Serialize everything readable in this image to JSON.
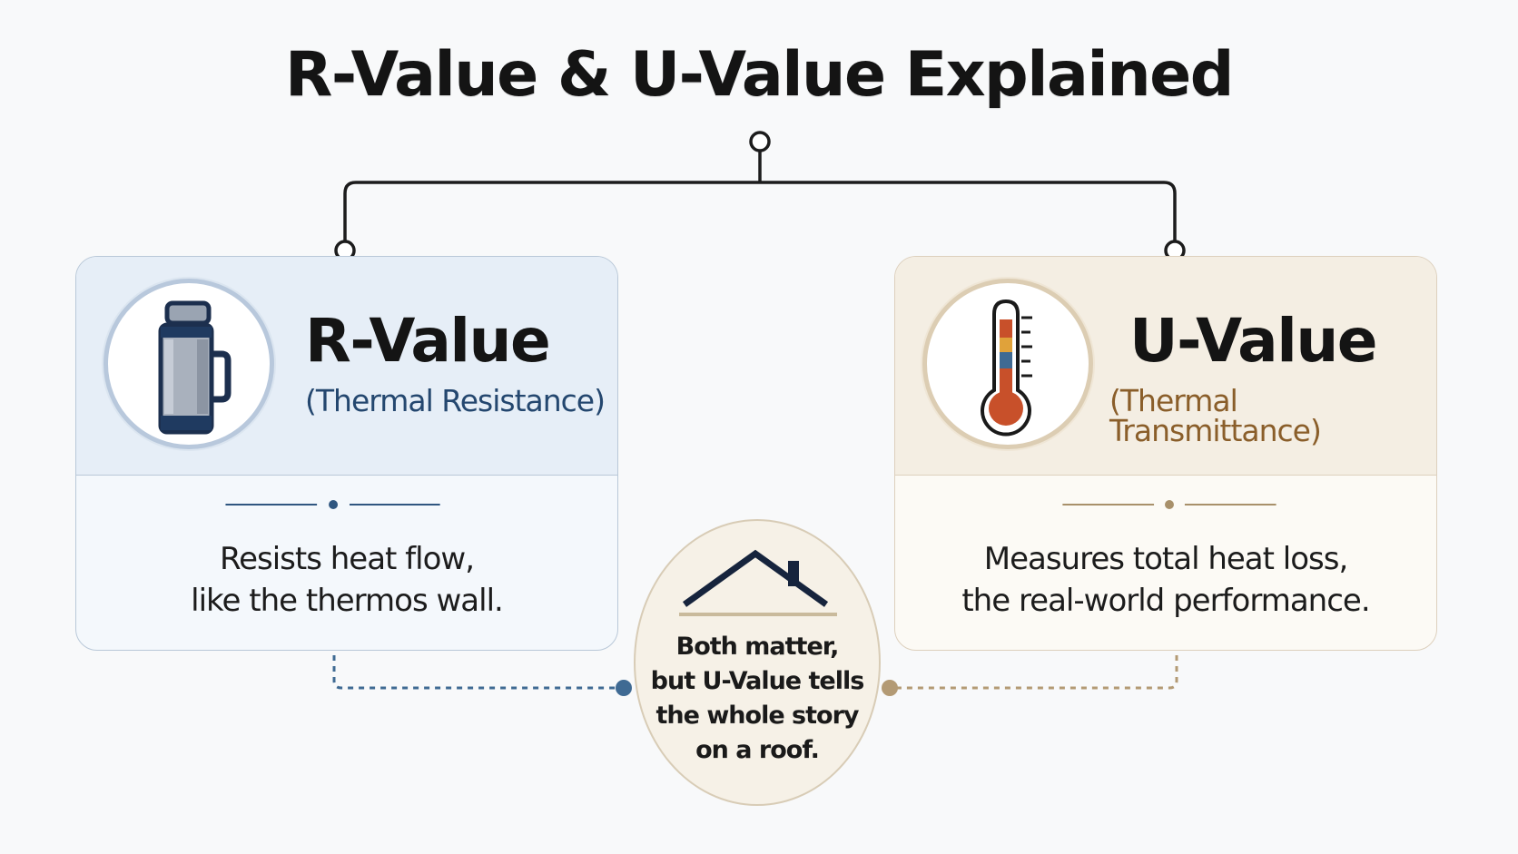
{
  "title": "R-Value & U-Value Explained",
  "r_value": {
    "title": "R-Value",
    "subtitle": "(Thermal Resistance)",
    "description": [
      "Resists heat flow,",
      "like the thermos wall."
    ],
    "icon": "thermos-icon",
    "accent": "#24476f"
  },
  "u_value": {
    "title": "U-Value",
    "subtitle": "(Thermal Transmittance)",
    "description": [
      "Measures total heat loss,",
      "the real-world performance."
    ],
    "icon": "thermometer-icon",
    "accent": "#8a5e2a"
  },
  "summary": {
    "lines": [
      "Both matter,",
      "but U-Value tells",
      "the whole story",
      "on a roof."
    ],
    "icon": "house-roof-icon"
  }
}
